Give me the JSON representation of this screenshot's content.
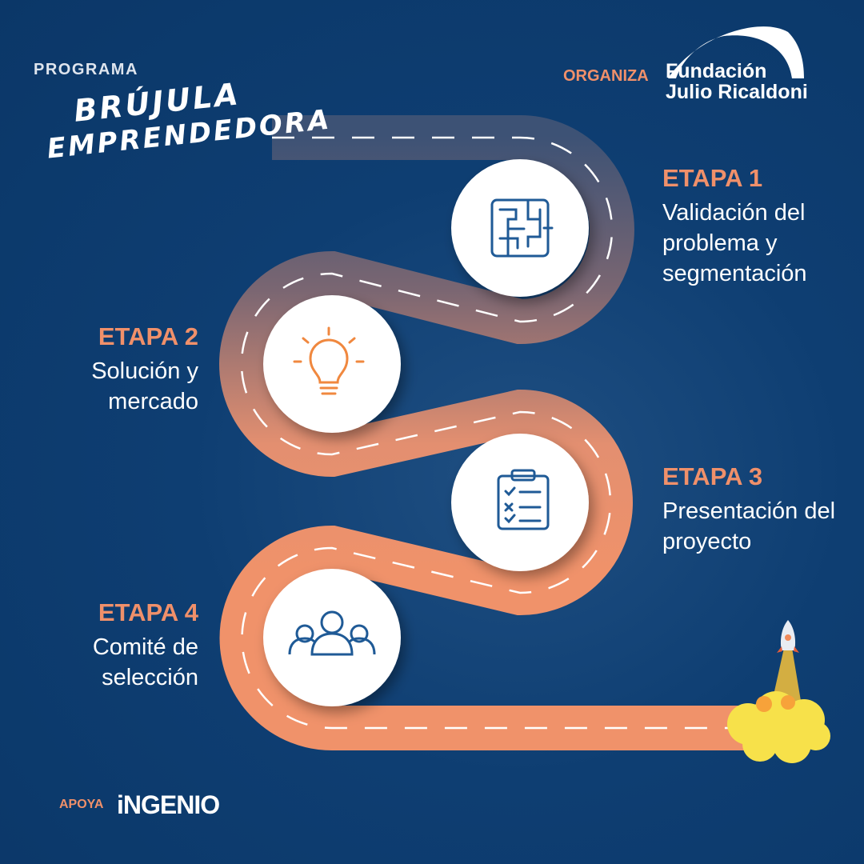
{
  "header": {
    "programa": "PROGRAMA",
    "title_line1": "BRÚJULA",
    "title_line2": "EMPRENDEDORA",
    "organiza_label": "ORGANIZA",
    "org_line1": "Fundación",
    "org_line2": "Julio Ricaldoni"
  },
  "stages": [
    {
      "title": "ETAPA 1",
      "lines": [
        "Validación del",
        "problema y",
        "segmentación"
      ],
      "icon": "maze-icon"
    },
    {
      "title": "ETAPA 2",
      "lines": [
        "Solución y",
        "mercado"
      ],
      "icon": "lightbulb-icon"
    },
    {
      "title": "ETAPA 3",
      "lines": [
        "Presentación del",
        "proyecto"
      ],
      "icon": "clipboard-checklist-icon"
    },
    {
      "title": "ETAPA 4",
      "lines": [
        "Comité de",
        "selección"
      ],
      "icon": "team-icon"
    }
  ],
  "footer": {
    "apoya_label": "APOYA",
    "sponsor": "iNGENIO"
  },
  "colors": {
    "background": "#0e3e72",
    "accent": "#f0906a",
    "icon_blue": "#1f5a96",
    "road_top": "#4b5a78",
    "road_bottom": "#f0926a"
  }
}
